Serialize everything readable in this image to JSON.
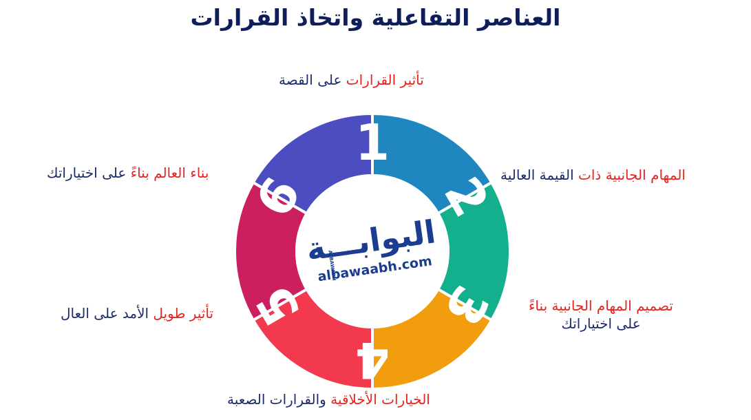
{
  "title": "العناصر التفاعلية واتخاذ القرارات",
  "items": [
    {
      "number": "1",
      "color": "#1f86c0",
      "highlight": "تأثير القرارات",
      "rest": " على القصة"
    },
    {
      "number": "2",
      "color": "#14b08e",
      "highlight": "المهام الجانبية ذات",
      "rest": " القيمة العالية"
    },
    {
      "number": "3",
      "color": "#f29d0e",
      "highlight": "تصميم المهام الجانبية بناءً",
      "rest": "على اختياراتك"
    },
    {
      "number": "4",
      "color": "#f2394d",
      "highlight": "الخيارات الأخلاقية",
      "rest": " والقرارات الصعبة"
    },
    {
      "number": "5",
      "color": "#cc1f60",
      "highlight": "تأثير طويل",
      "rest": " الأمد على العال"
    },
    {
      "number": "6",
      "color": "#4b4dc0",
      "highlight": "بناء العالم بناءً",
      "rest": " على اختياراتك"
    }
  ],
  "logo": {
    "arabic": "البوابـــة",
    "small": "ALBAWABH",
    "domain": "albawaabh.com"
  }
}
